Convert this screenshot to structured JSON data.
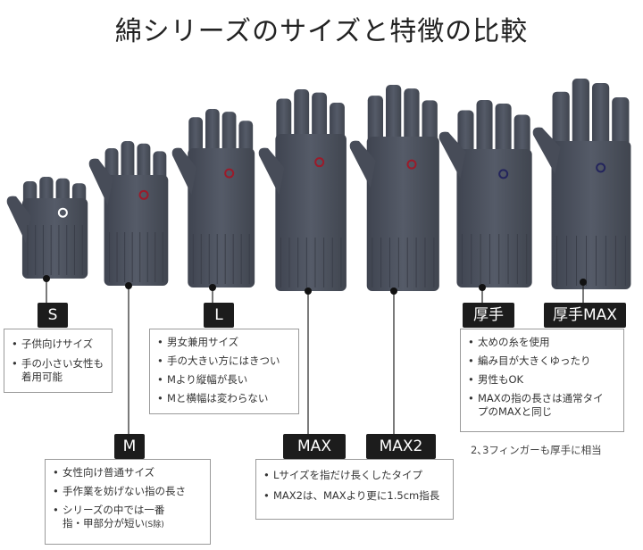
{
  "title": "綿シリーズのサイズと特徴の比較",
  "gloves": [
    {
      "size": "S",
      "logo_color": "#ffffff"
    },
    {
      "size": "M",
      "logo_color": "#9b1b2a"
    },
    {
      "size": "L",
      "logo_color": "#9b1b2a"
    },
    {
      "size": "MAX",
      "logo_color": "#9b1b2a"
    },
    {
      "size": "MAX2",
      "logo_color": "#9b1b2a"
    },
    {
      "size": "厚手",
      "logo_color": "#23245c"
    },
    {
      "size": "厚手MAX",
      "logo_color": "#23245c"
    }
  ],
  "labels": {
    "s": "S",
    "m": "M",
    "l": "L",
    "max": "MAX",
    "max2": "MAX2",
    "thick": "厚手",
    "thickmax": "厚手MAX"
  },
  "boxes": {
    "s": [
      "子供向けサイズ",
      "手の小さい女性も着用可能"
    ],
    "l": [
      "男女兼用サイズ",
      "手の大きい方にはきつい",
      "Mより縦幅が長い",
      "Mと横幅は変わらない"
    ],
    "thick": [
      "太めの糸を使用",
      "編み目が大きくゆったり",
      "男性もOK",
      "MAXの指の長さは通常タイプのMAXと同じ"
    ],
    "m": [
      "女性向け普通サイズ",
      "手作業を妨げない指の長さ",
      "シリーズの中では一番指・甲部分が短い"
    ],
    "m_note": "(S除)",
    "max": [
      "Lサイズを指だけ長くしたタイプ",
      "MAX2は、MAXより更に1.5cm指長"
    ]
  },
  "thick_note": "2､3フィンガーも厚手に相当",
  "colors": {
    "glove": "#4a4f5c",
    "glove_dark": "#3a3e49",
    "tag_bg": "#1c1c1c"
  }
}
